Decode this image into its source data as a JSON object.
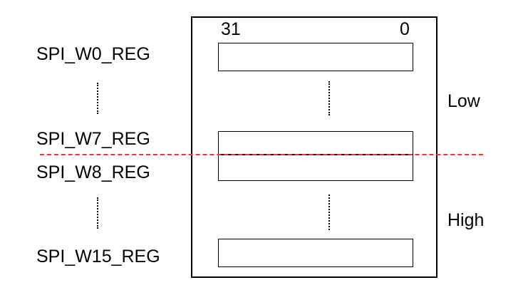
{
  "registers": {
    "w0": "SPI_W0_REG",
    "w7": "SPI_W7_REG",
    "w8": "SPI_W8_REG",
    "w15": "SPI_W15_REG"
  },
  "bits": {
    "msb": "31",
    "lsb": "0"
  },
  "regions": {
    "low": "Low",
    "high": "High"
  },
  "colors": {
    "split_line": "#e23b3b",
    "box_stroke": "#000000"
  }
}
